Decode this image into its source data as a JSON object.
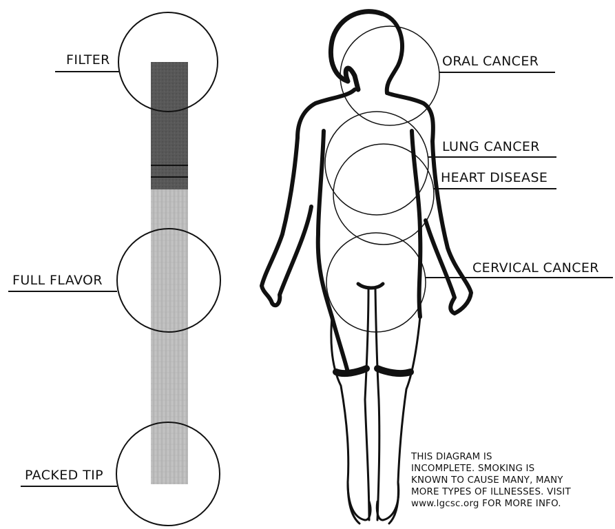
{
  "cigarette_labels": {
    "filter": "FILTER",
    "full_flavor": "FULL FLAVOR",
    "packed_tip": "PACKED TIP"
  },
  "body_labels": {
    "oral_cancer": "ORAL CANCER",
    "lung_cancer": "LUNG CANCER",
    "heart_disease": "HEART DISEASE",
    "cervical_cancer": "CERVICAL CANCER"
  },
  "note": {
    "lines": [
      "THIS DIAGRAM IS",
      "INCOMPLETE. SMOKING IS",
      "KNOWN TO CAUSE MANY, MANY",
      "MORE TYPES OF ILLNESSES. VISIT",
      "www.lgcsc.org FOR MORE INFO."
    ]
  },
  "colors": {
    "ink": "#111111",
    "filter": "#555555",
    "tobacco": "#bdbdbd",
    "background": "#ffffff"
  }
}
